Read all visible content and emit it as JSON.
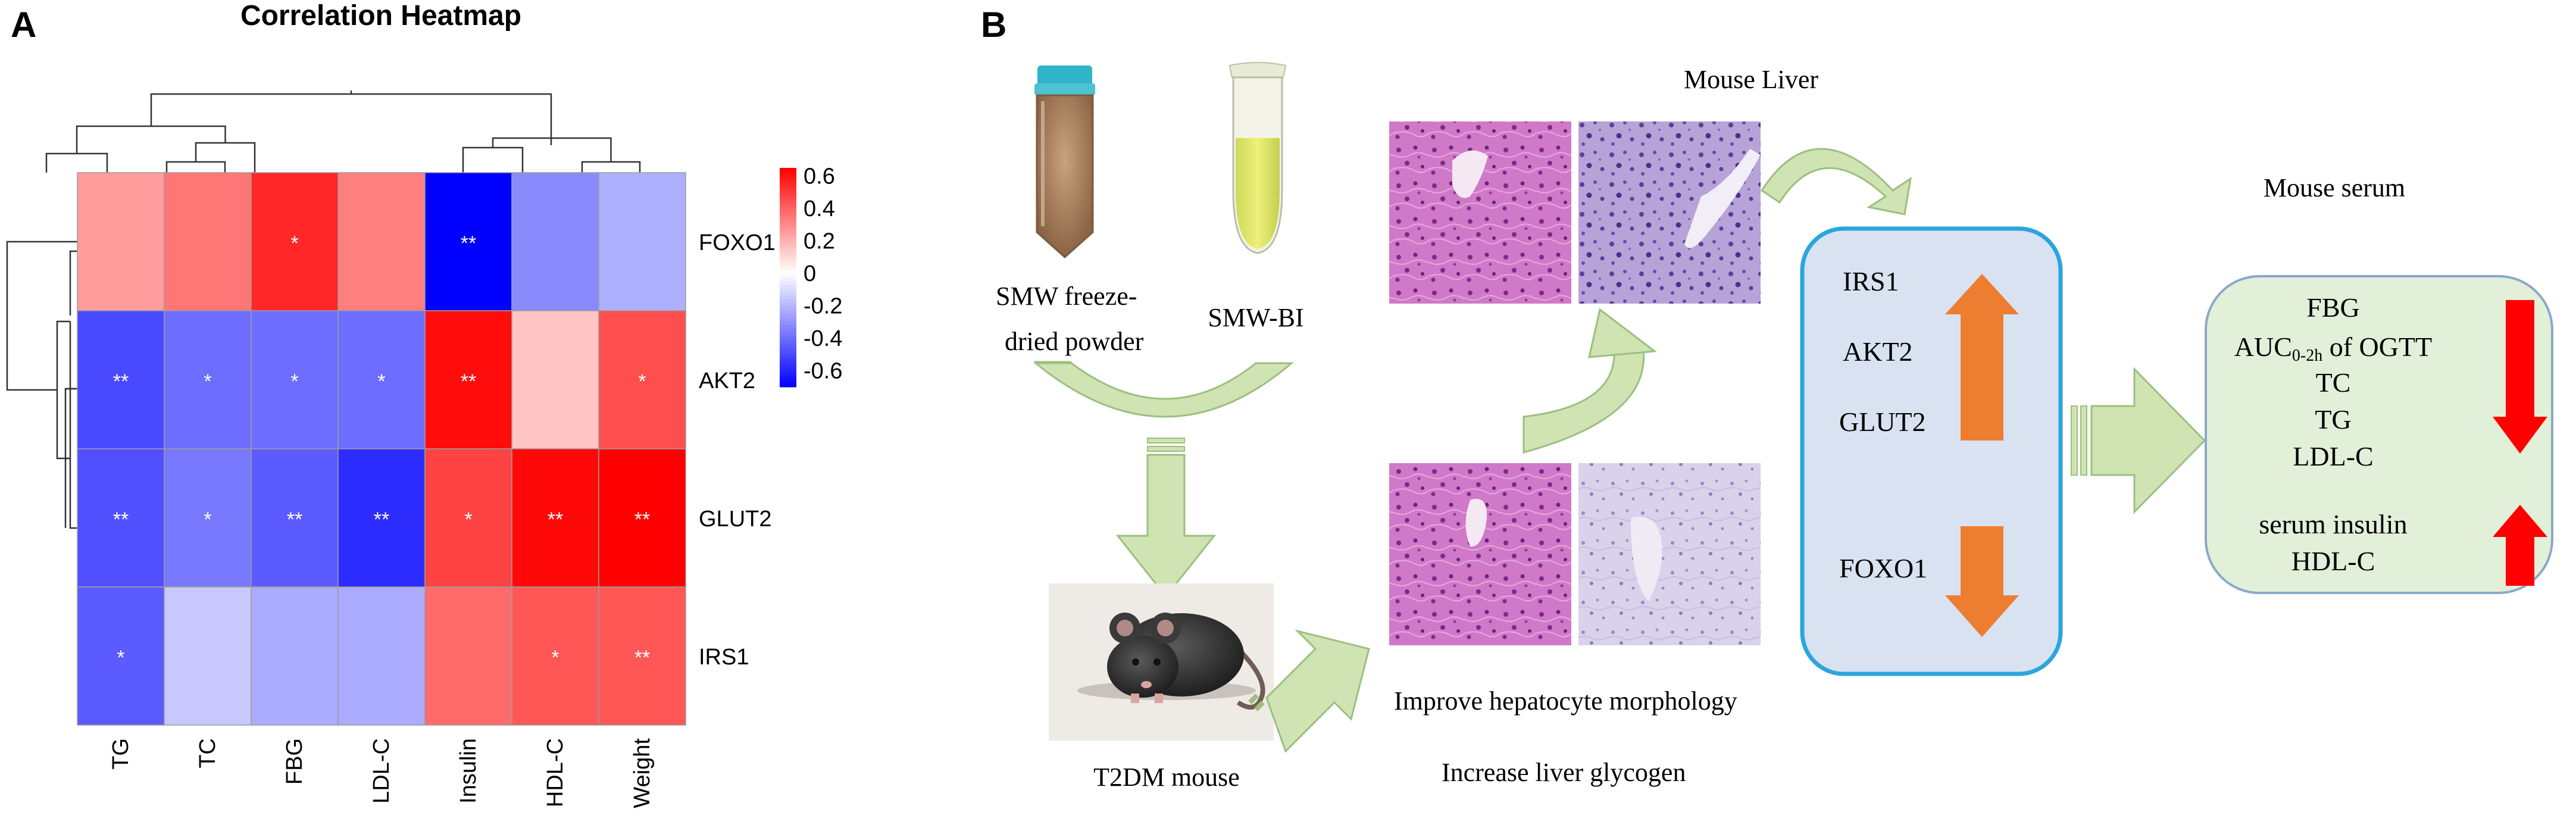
{
  "panel_a": {
    "label": "A",
    "chart_data": {
      "type": "heatmap",
      "title": "Correlation Heatmap",
      "rows": [
        "FOXO1",
        "AKT2",
        "GLUT2",
        "IRS1"
      ],
      "columns": [
        "TG",
        "TC",
        "FBG",
        "LDL-C",
        "Insulin",
        "HDL-C",
        "Weight"
      ],
      "values": [
        [
          0.25,
          0.35,
          0.55,
          0.33,
          -0.75,
          -0.32,
          -0.22
        ],
        [
          -0.5,
          -0.4,
          -0.4,
          -0.4,
          0.62,
          0.15,
          0.45
        ],
        [
          -0.48,
          -0.37,
          -0.45,
          -0.58,
          0.48,
          0.63,
          0.7
        ],
        [
          -0.45,
          -0.15,
          -0.23,
          -0.23,
          0.38,
          0.43,
          0.43
        ]
      ],
      "significance": [
        [
          "",
          "",
          "*",
          "",
          "**",
          "",
          ""
        ],
        [
          "**",
          "*",
          "*",
          "*",
          "**",
          "",
          "*"
        ],
        [
          "**",
          "*",
          "**",
          "**",
          "*",
          "**",
          "**"
        ],
        [
          "*",
          "",
          "",
          "",
          "",
          "*",
          "**"
        ]
      ],
      "colorbar": {
        "min": -0.7,
        "max": 0.65,
        "ticks": [
          0.6,
          0.4,
          0.2,
          0,
          -0.2,
          -0.4,
          -0.6
        ],
        "tick_labels": [
          "0.6",
          "0.4",
          "0.2",
          "0",
          "-0.2",
          "-0.4",
          "-0.6"
        ],
        "low_color": "#0000ff",
        "mid_color": "#ffffff",
        "high_color": "#ff0000"
      },
      "dendrograms": [
        "rows",
        "columns"
      ]
    }
  },
  "panel_b": {
    "label": "B",
    "smw_powder_label": "SMW freeze-\ndried powder",
    "smw_bi_label": "SMW-BI",
    "t2dm_label": "T2DM mouse",
    "mouse_liver_label": "Mouse Liver",
    "improve_label": "Improve hepatocyte morphology",
    "glycogen_label": "Increase liver glycogen",
    "liver_box": {
      "up_genes": [
        "IRS1",
        "AKT2",
        "GLUT2"
      ],
      "down_genes": [
        "FOXO1"
      ]
    },
    "serum_title": "Mouse serum",
    "serum_down": [
      "FBG",
      "AUC",
      "TC",
      "TG",
      "LDL-C"
    ],
    "auc_sub": "0-2h",
    "auc_suffix": " of OGTT",
    "serum_up": [
      "serum insulin",
      "HDL-C"
    ],
    "colors": {
      "up_down_arrow": "#ed7d31",
      "serum_arrow": "#ff0000",
      "green_arrow": "#cfe3b3",
      "liver_box_fill": "#d9e2f1",
      "liver_box_border": "#2ba5de",
      "serum_box_fill": "#e2efd9",
      "serum_box_border": "#8aa8c8"
    }
  }
}
